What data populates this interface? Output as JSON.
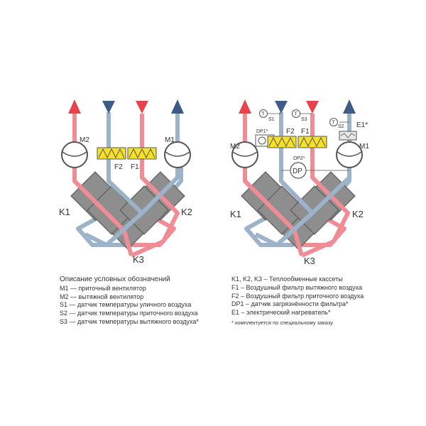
{
  "colors": {
    "supply": "#f08c95",
    "supply_arrow": "#e8424d",
    "exhaust": "#9db3ca",
    "exhaust_arrow": "#3d5b86",
    "cassette": "#8e8e8e",
    "cassette_stroke": "#5a5a5a",
    "filter": "#f5e12b",
    "device": "#555555"
  },
  "left_diagram": {
    "fan_labels": [
      "M2",
      "M1"
    ],
    "filter_labels": [
      "F2",
      "F1"
    ],
    "cassette_labels": [
      "K1",
      "K2",
      "K3"
    ]
  },
  "right_diagram": {
    "fan_labels": [
      "M2",
      "M1"
    ],
    "filter_labels": [
      "F2",
      "F1"
    ],
    "cassette_labels": [
      "K1",
      "K2",
      "K3"
    ],
    "sensor_labels": [
      "S1",
      "S3",
      "S2"
    ],
    "sensor_symbol": "T",
    "dp_labels": [
      "DP1*",
      "DP2*"
    ],
    "dp_symbol": "DP",
    "heater_label": "E1*"
  },
  "legend_left": {
    "title": "Описание условных обозначений",
    "items": [
      "M1 — приточный вентилятор",
      "M2 — вытяжной вентилятор",
      "S1 — датчик температуры уличного воздуха",
      "S2 — датчик температуры приточного воздуха",
      "S3 — датчик температуры вытяжного воздуха*"
    ]
  },
  "legend_right": {
    "items": [
      "K1, K2, K3 – Теплообменные кассеты",
      "F1 – Воздушный фильтр вытяжного воздуха",
      "F2 – Воздушный фильтр приточного воздуха",
      "DP1 – датчик загрязнённости фильтра*",
      "E1 – электрический нагреватель*"
    ],
    "footnote": "* комплектуется по специальному заказу."
  }
}
